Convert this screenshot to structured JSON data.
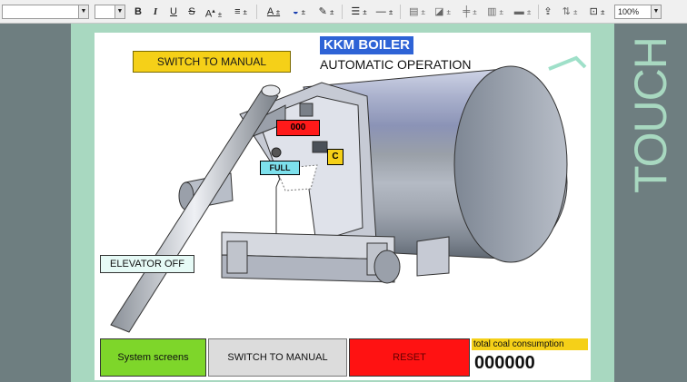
{
  "toolbar": {
    "zoom": "100%",
    "buttons": {
      "bold": "B",
      "italic": "I",
      "underline": "U",
      "strike": "S",
      "font_size": "A",
      "align": "≡",
      "font_color": "A",
      "fill_color": "◒",
      "pen_color": "✎",
      "line_style": "☰",
      "line_weight": "—",
      "arrange": "▤",
      "group": "◪",
      "align_objs": "╪",
      "distribute": "▥",
      "spacing": "▬",
      "pick": "⇪",
      "transform": "⇅",
      "zoom_fit": "⊡"
    }
  },
  "side_panel": {
    "touch_label": "TOUCH"
  },
  "screen": {
    "switch_top_label": "SWITCH TO MANUAL",
    "title": "KKM BOILER",
    "mode": "AUTOMATIC OPERATION",
    "counter_value": "000",
    "c_label": "C",
    "full_label": "FULL",
    "elevator_status": "ELEVATOR OFF",
    "bottom": {
      "system_label": "System screens",
      "switch_label": "SWITCH TO MANUAL",
      "reset_label": "RESET",
      "coal_label": "total coal consumption",
      "coal_value": "000000"
    }
  },
  "colors": {
    "frame_green": "#a8d8c0",
    "frame_gray": "#6e7e80",
    "title_blue": "#2e63d6",
    "yellow": "#f5d018",
    "red": "#ff1212",
    "green": "#7ed62a",
    "cyan": "#7de0ec"
  }
}
